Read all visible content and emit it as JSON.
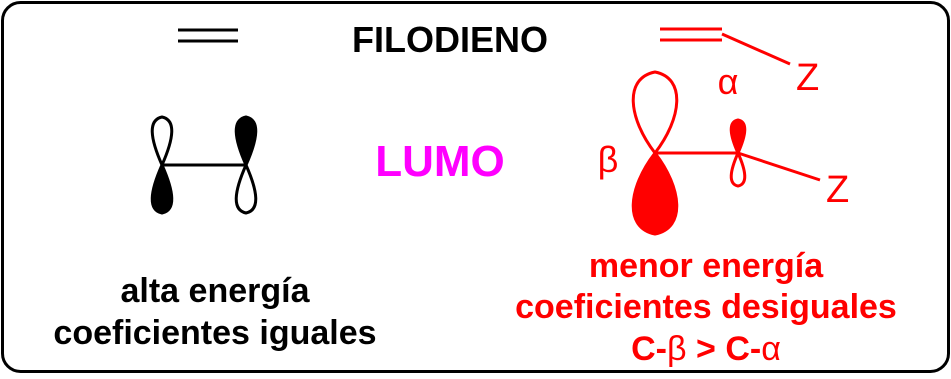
{
  "title": "FILODIENO",
  "center_label": "LUMO",
  "left": {
    "line1": "alta energía",
    "line2": "coeficientes iguales"
  },
  "right": {
    "line1": "menor energía",
    "line2": "coeficientes desiguales",
    "line3_prefix": "C-",
    "line3_beta": "β",
    "line3_mid": " > C-",
    "line3_alpha": "α"
  },
  "labels": {
    "alpha": "α",
    "beta": "β",
    "z_top": "Z",
    "z_bottom": "Z"
  },
  "colors": {
    "black": "#000000",
    "red": "#ff0000",
    "magenta": "#ff00ff"
  }
}
